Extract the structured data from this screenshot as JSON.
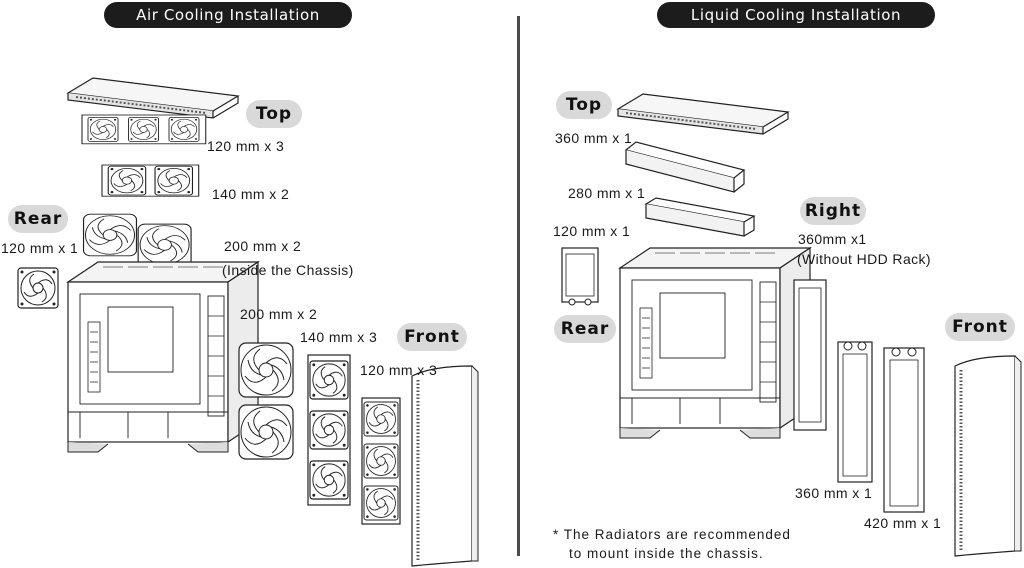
{
  "air": {
    "title": "Air Cooling Installation",
    "section_top": "Top",
    "section_rear": "Rear",
    "section_front": "Front",
    "top_fan_1": "120 mm x 3",
    "top_fan_2": "140 mm x 2",
    "top_fan_3": "200 mm x 2",
    "top_fan_3_note": "(Inside the Chassis)",
    "rear_fan": "120 mm x 1",
    "front_fan_1": "200 mm x 2",
    "front_fan_2": "140 mm x 3",
    "front_fan_3": "120 mm x 3"
  },
  "liquid": {
    "title": "Liquid Cooling Installation",
    "section_top": "Top",
    "section_rear": "Rear",
    "section_right": "Right",
    "section_front": "Front",
    "top_rad_1": "360 mm x 1",
    "top_rad_2": "280 mm x 1",
    "rear_rad": "120 mm x 1",
    "right_rad": "360mm x1",
    "right_rad_note": "(Without HDD Rack)",
    "front_rad_1": "360 mm x 1",
    "front_rad_2": "420 mm x 1",
    "note_line_1": "* The Radiators are recommended",
    "note_line_2": "to mount inside the chassis."
  }
}
